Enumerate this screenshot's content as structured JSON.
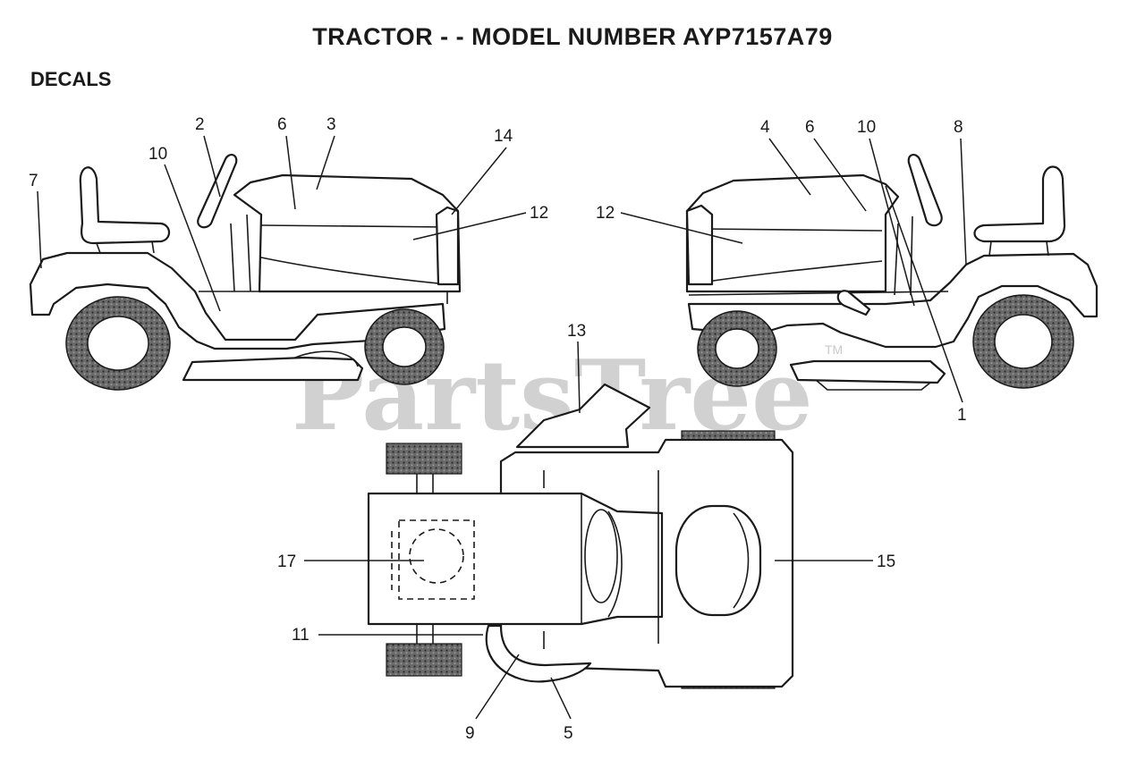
{
  "title": "TRACTOR - - MODEL NUMBER AYP7157A79",
  "section": "DECALS",
  "watermark": {
    "text": "PartsTree",
    "mark": "TM"
  },
  "callouts": {
    "left_view": [
      "7",
      "2",
      "10",
      "6",
      "3",
      "14",
      "12"
    ],
    "right_view": [
      "12",
      "4",
      "6",
      "10",
      "8",
      "1"
    ],
    "top_view": [
      "13",
      "17",
      "15",
      "11",
      "9",
      "5"
    ]
  },
  "colors": {
    "line": "#1a1a1a",
    "tire": "#555555",
    "watermark": "#c9c9c9"
  }
}
